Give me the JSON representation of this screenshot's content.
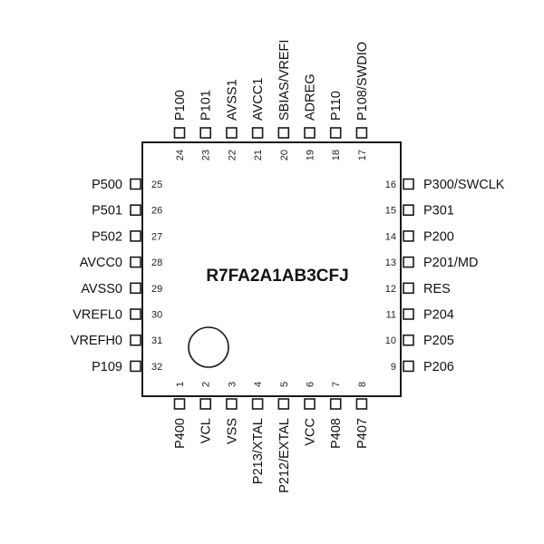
{
  "chip": {
    "part_number": "R7FA2A1AB3CFJ"
  },
  "pins": {
    "bottom": [
      {
        "num": "1",
        "name": "P400"
      },
      {
        "num": "2",
        "name": "VCL"
      },
      {
        "num": "3",
        "name": "VSS"
      },
      {
        "num": "4",
        "name": "P213/XTAL"
      },
      {
        "num": "5",
        "name": "P212/EXTAL"
      },
      {
        "num": "6",
        "name": "VCC"
      },
      {
        "num": "7",
        "name": "P408"
      },
      {
        "num": "8",
        "name": "P407"
      }
    ],
    "right": [
      {
        "num": "16",
        "name": "P300/SWCLK"
      },
      {
        "num": "15",
        "name": "P301"
      },
      {
        "num": "14",
        "name": "P200"
      },
      {
        "num": "13",
        "name": "P201/MD"
      },
      {
        "num": "12",
        "name": "RES"
      },
      {
        "num": "11",
        "name": "P204"
      },
      {
        "num": "10",
        "name": "P205"
      },
      {
        "num": "9",
        "name": "P206"
      }
    ],
    "top": [
      {
        "num": "24",
        "name": "P100"
      },
      {
        "num": "23",
        "name": "P101"
      },
      {
        "num": "22",
        "name": "AVSS1"
      },
      {
        "num": "21",
        "name": "AVCC1"
      },
      {
        "num": "20",
        "name": "SBIAS/VREFI"
      },
      {
        "num": "19",
        "name": "ADREG"
      },
      {
        "num": "18",
        "name": "P110"
      },
      {
        "num": "17",
        "name": "P108/SWDIO"
      }
    ],
    "left": [
      {
        "num": "25",
        "name": "P500"
      },
      {
        "num": "26",
        "name": "P501"
      },
      {
        "num": "27",
        "name": "P502"
      },
      {
        "num": "28",
        "name": "AVCC0"
      },
      {
        "num": "29",
        "name": "AVSS0"
      },
      {
        "num": "30",
        "name": "VREFL0"
      },
      {
        "num": "31",
        "name": "VREFH0"
      },
      {
        "num": "32",
        "name": "P109"
      }
    ]
  }
}
